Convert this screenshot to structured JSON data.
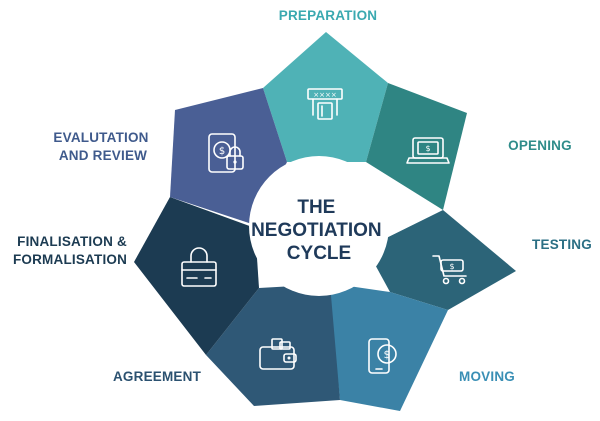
{
  "title_lines": [
    "THE",
    "NEGOTIATION",
    "CYCLE"
  ],
  "stages": [
    {
      "id": "preparation",
      "label_lines": [
        "PREPARATION"
      ],
      "color": "#4fb2b6",
      "label_color": "#3aa9b0",
      "icon": "atm-card-icon"
    },
    {
      "id": "opening",
      "label_lines": [
        "OPENING"
      ],
      "color": "#2f8583",
      "label_color": "#2f8c8a",
      "icon": "laptop-money-icon"
    },
    {
      "id": "testing",
      "label_lines": [
        "TESTING"
      ],
      "color": "#2c6478",
      "label_color": "#2b6f84",
      "icon": "shopping-cart-icon"
    },
    {
      "id": "moving",
      "label_lines": [
        "MOVING"
      ],
      "color": "#3b82a6",
      "label_color": "#3a8fb5",
      "icon": "mobile-payment-icon"
    },
    {
      "id": "agreement",
      "label_lines": [
        "AGREEMENT"
      ],
      "color": "#2f5876",
      "label_color": "#2b5170",
      "icon": "wallet-icon"
    },
    {
      "id": "finalisation",
      "label_lines": [
        "FINALISATION &",
        "FORMALISATION"
      ],
      "color": "#1c3b52",
      "label_color": "#1c3b52",
      "icon": "padlock-card-icon"
    },
    {
      "id": "evaluation",
      "label_lines": [
        "EVALUTATION",
        "AND REVIEW"
      ],
      "color": "#4a5f95",
      "label_color": "#3f5a8c",
      "icon": "tablet-lock-icon"
    }
  ]
}
